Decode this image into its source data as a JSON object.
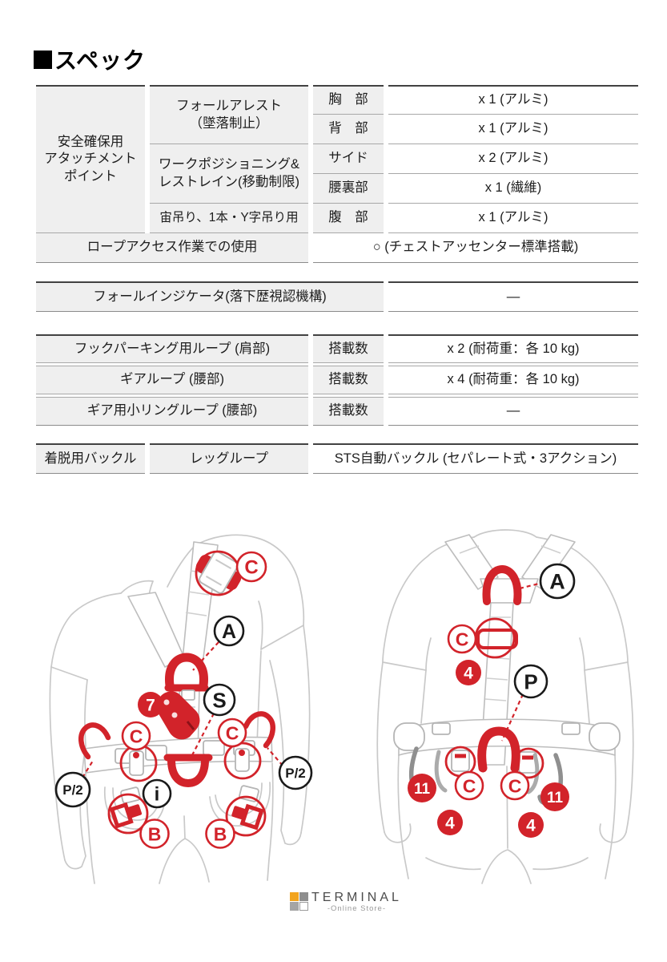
{
  "page": {
    "title": "スペック"
  },
  "colors": {
    "accent_red": "#d2232a",
    "cell_bg": "#efefef",
    "rule_dark": "#424242",
    "rule_mid": "#8b8b8b",
    "rule_light": "#a8a8a8",
    "figure_outline": "#c9c9c9",
    "logo_orange": "#f2a41f",
    "logo_gray": "#8e8e8e"
  },
  "spec": {
    "group_label": "安全確保用\nアタッチメント\nポイント",
    "types": [
      "フォールアレスト\n（墜落制止）",
      "ワークポジショニング&\nレストレイン(移動制限)",
      "宙吊り、1本・Y字吊り用"
    ],
    "points": [
      {
        "part": "胸　部",
        "value": "x 1 (アルミ)"
      },
      {
        "part": "背　部",
        "value": "x 1 (アルミ)"
      },
      {
        "part": "サイド",
        "value": "x 2 (アルミ)"
      },
      {
        "part": "腰裏部",
        "value": "x 1 (繊維)"
      },
      {
        "part": "腹　部",
        "value": "x 1 (アルミ)"
      }
    ],
    "rope_access": {
      "label": "ロープアクセス作業での使用",
      "value": "○ (チェストアッセンター標準搭載)"
    },
    "fall_indicator": {
      "label": "フォールインジケータ(落下歴視認機構)",
      "value": "—"
    },
    "loops": [
      {
        "label": "フックパーキング用ループ (肩部)",
        "qty": "搭載数",
        "value": "x 2 (耐荷重：各 10 kg)"
      },
      {
        "label": "ギアループ (腰部)",
        "qty": "搭載数",
        "value": "x 4 (耐荷重：各 10 kg)"
      },
      {
        "label": "ギア用小リングループ (腰部)",
        "qty": "搭載数",
        "value": "—"
      }
    ],
    "buckle": {
      "label": "着脱用バックル",
      "sub": "レッグループ",
      "value": "STS自動バックル (セパレート式・3アクション)"
    }
  },
  "diagrams": {
    "front": {
      "labels": {
        "shoulder_c": "C",
        "a": "A",
        "seven": "7",
        "s": "S",
        "waist_c_left": "C",
        "waist_c_right": "C",
        "p2_left": "P/2",
        "p2_right": "P/2",
        "info": "i",
        "b_left": "B",
        "b_right": "B"
      }
    },
    "back": {
      "labels": {
        "a": "A",
        "c_strap": "C",
        "four_strap": "4",
        "p": "P",
        "c_left": "C",
        "c_right": "C",
        "eleven_left": "11",
        "eleven_right": "11",
        "four_left": "4",
        "four_right": "4"
      }
    }
  },
  "footer": {
    "brand": "TERMINAL",
    "tagline": "-Online Store-"
  }
}
